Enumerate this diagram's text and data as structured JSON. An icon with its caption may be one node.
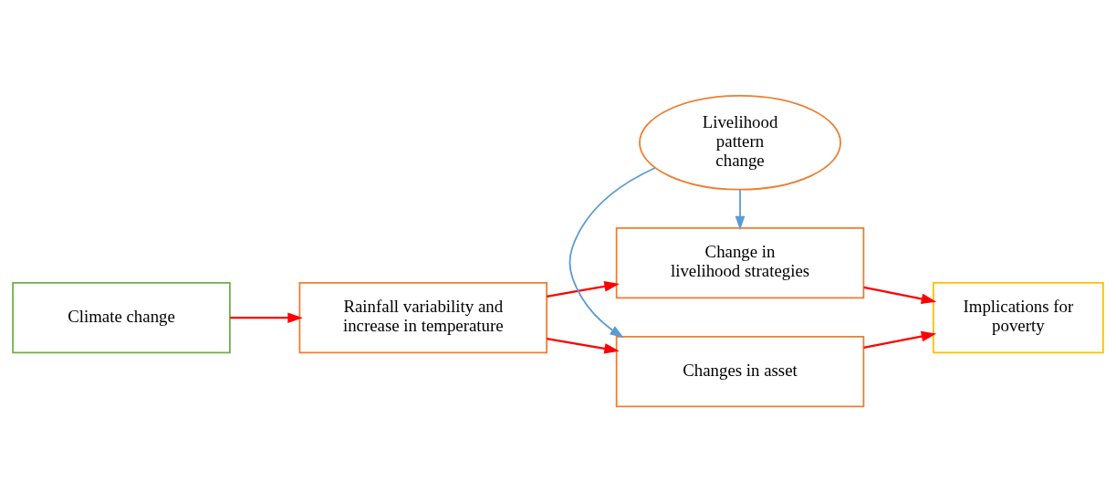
{
  "diagram": {
    "nodes": [
      {
        "text": [
          "Climate change"
        ]
      },
      {
        "text": [
          "Rainfall variability and increase in temperature"
        ]
      },
      {
        "text": [
          "Changes in asset"
        ]
      },
      {
        "text": [
          "Livelihood pattern change"
        ]
      },
      {
        "text": [
          "Change in livelihood strategies"
        ]
      },
      {
        "text": [
          "Implications for poverty"
        ]
      }
    ],
    "edges": [
      {
        "from": 0,
        "to": 1,
        "arrow": "to"
      },
      {
        "from": 1,
        "to": 2,
        "arrow": "to"
      },
      {
        "from": 1,
        "to": 4,
        "arrow": "to"
      },
      {
        "from": 2,
        "to": 5,
        "arrow": "to"
      },
      {
        "from": 4,
        "to": 5,
        "arrow": "to"
      },
      {
        "from": 3,
        "to": 2,
        "arrow": "to",
        "color": "#5b9bd5"
      },
      {
        "from": 3,
        "to": 4,
        "arrow": "to",
        "color": "#5b9bd5"
      }
    ]
  }
}
